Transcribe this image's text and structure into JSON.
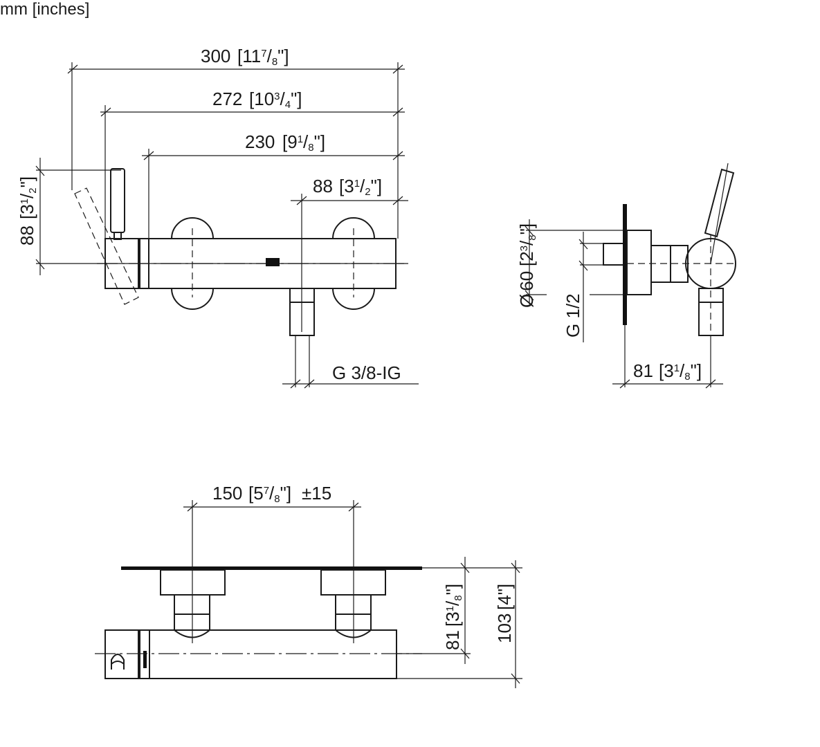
{
  "units_label": "mm [inches]",
  "front_view": {
    "dims": {
      "overall": {
        "mm": "300",
        "in_whole": "11",
        "in_num": "7",
        "in_den": "8"
      },
      "to_lever": {
        "mm": "272",
        "in_whole": "10",
        "in_num": "3",
        "in_den": "4"
      },
      "to_body": {
        "mm": "230",
        "in_whole": "9",
        "in_num": "1",
        "in_den": "8"
      },
      "outlet_offset": {
        "mm": "88",
        "in_whole": "3",
        "in_num": "1",
        "in_den": "2"
      },
      "lever_height": {
        "mm": "88",
        "in_whole": "3",
        "in_num": "1",
        "in_den": "2"
      }
    },
    "outlet_thread": "G 3/8-IG"
  },
  "side_view": {
    "dims": {
      "flange_diameter": {
        "prefix": "Ø",
        "mm": "60",
        "in_whole": "2",
        "in_num": "3",
        "in_den": "8"
      },
      "depth": {
        "mm": "81",
        "in_whole": "3",
        "in_num": "1",
        "in_den": "8"
      }
    },
    "inlet_thread": "G 1/2"
  },
  "top_view": {
    "dims": {
      "centers": {
        "mm": "150",
        "in_whole": "5",
        "in_num": "7",
        "in_den": "8",
        "tolerance": "±15"
      },
      "body_projection": {
        "mm": "81",
        "in_whole": "3",
        "in_num": "1",
        "in_den": "8"
      },
      "total_projection": {
        "mm": "103",
        "in_whole": "4"
      }
    }
  }
}
